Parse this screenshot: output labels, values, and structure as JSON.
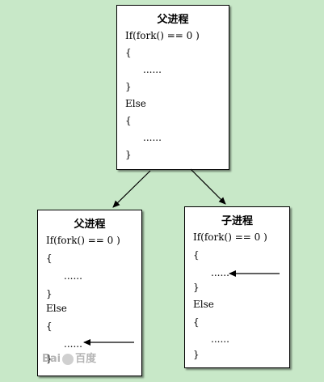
{
  "parent_box": {
    "title": "父进程",
    "lines": [
      "If(fork() == 0 )",
      "{",
      "......",
      "}",
      "Else",
      "{",
      "......",
      "}"
    ]
  },
  "child_left_box": {
    "title": "父进程",
    "lines": [
      "If(fork() == 0 )",
      "{",
      "......",
      "}",
      "Else",
      "{",
      "......",
      "}"
    ]
  },
  "child_right_box": {
    "title": "子进程",
    "lines": [
      "If(fork() == 0 )",
      "{",
      "......",
      "}",
      "Else",
      "{",
      "......",
      "}"
    ]
  },
  "watermark": {
    "text_left": "Bai",
    "text_right": "百度"
  },
  "colors": {
    "background": "#c8e8c8",
    "box": "#ffffff",
    "stroke": "#000000"
  }
}
